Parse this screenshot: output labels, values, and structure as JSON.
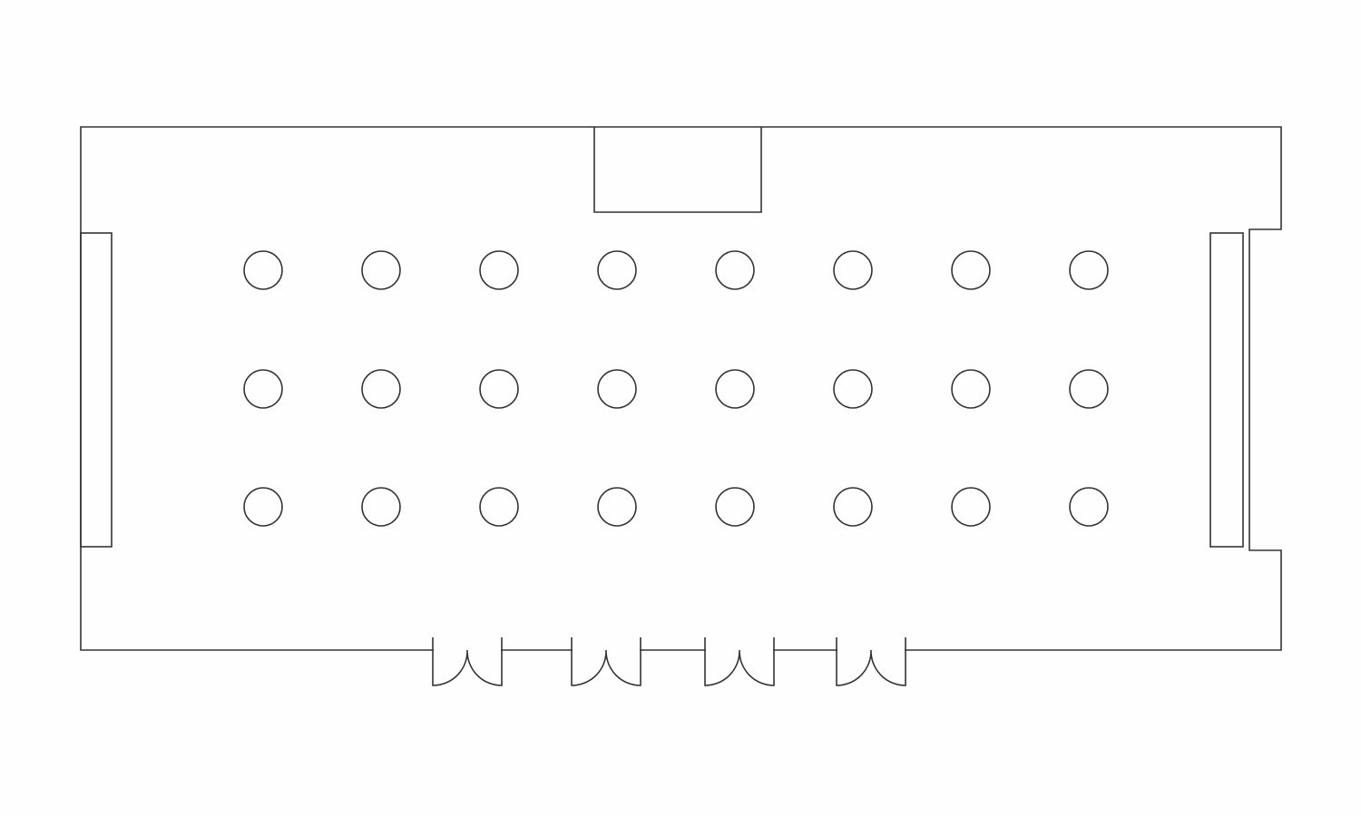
{
  "floor_plan": {
    "colors": {
      "background": "#fefefe",
      "line": "#333333"
    },
    "room": {
      "outline_icon": "room-wall-outline"
    },
    "stage": {
      "icon": "stage-rectangle"
    },
    "side_panels": [
      {
        "side": "left",
        "icon": "side-panel-rectangle"
      },
      {
        "side": "right",
        "icon": "side-panel-rectangle"
      }
    ],
    "tables": {
      "shape": "round",
      "rows": 3,
      "columns": 8,
      "count": 24
    },
    "doors": {
      "type": "double-door",
      "count": 4,
      "wall": "bottom"
    }
  }
}
